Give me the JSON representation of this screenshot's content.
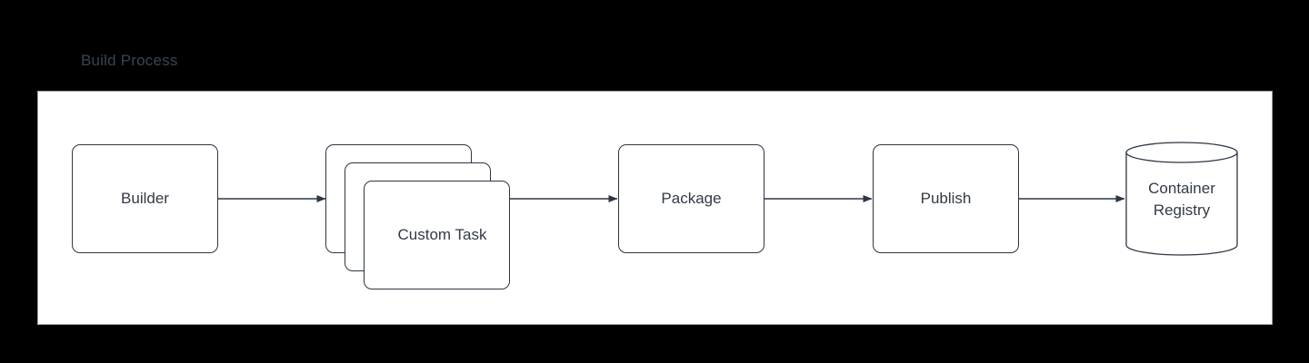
{
  "diagram": {
    "title": "Build Process",
    "title_color": "#3b4452",
    "background_color": "#000000",
    "panel_background": "#ffffff",
    "panel_border_color": "#9aa2ae",
    "node_border_color": "#2d3642",
    "node_text_color": "#333a44",
    "edge_color": "#2d3642",
    "nodes": [
      {
        "id": "builder",
        "label": "Builder",
        "shape": "rounded-rect"
      },
      {
        "id": "custom-task",
        "label": "Custom Task",
        "shape": "stacked-rounded-rect",
        "stack_count": 3
      },
      {
        "id": "package",
        "label": "Package",
        "shape": "rounded-rect"
      },
      {
        "id": "publish",
        "label": "Publish",
        "shape": "rounded-rect"
      },
      {
        "id": "container-registry",
        "label": "Container Registry",
        "label_line1": "Container",
        "label_line2": "Registry",
        "shape": "cylinder"
      }
    ],
    "edges": [
      {
        "from": "builder",
        "to": "custom-task",
        "arrow": "single"
      },
      {
        "from": "custom-task",
        "to": "package",
        "arrow": "single"
      },
      {
        "from": "package",
        "to": "publish",
        "arrow": "single"
      },
      {
        "from": "publish",
        "to": "container-registry",
        "arrow": "single"
      }
    ]
  }
}
